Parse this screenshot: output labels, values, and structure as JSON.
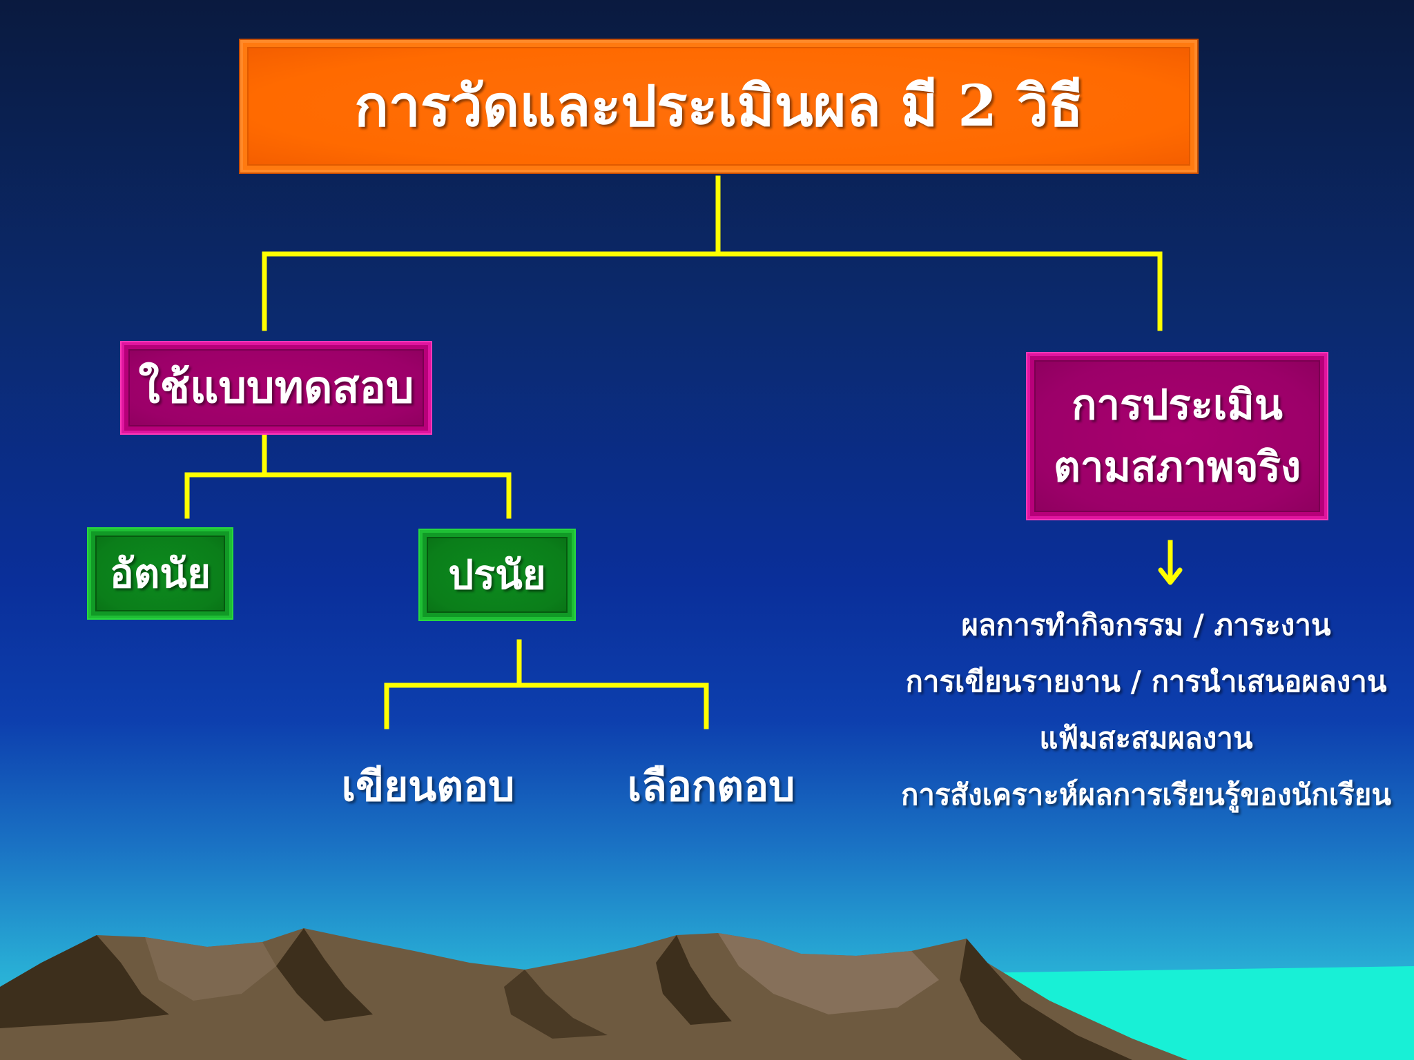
{
  "colors": {
    "connector": "#ffff00",
    "title_box": "#ff6a00",
    "method_box": "#9c0069",
    "type_box": "#0b7e1a",
    "text": "#ffffff"
  },
  "title": "การวัดและประเมินผล มี 2 วิธี",
  "methods": {
    "test": "ใช้แบบทดสอบ",
    "authentic": {
      "line1": "การประเมิน",
      "line2": "ตามสภาพจริง"
    }
  },
  "test_types": {
    "subjective": "อัตนัย",
    "objective": "ปรนัย"
  },
  "objective_types": {
    "write": "เขียนตอบ",
    "choose": "เลือกตอบ"
  },
  "authentic_items": [
    "ผลการทำกิจกรรม / ภาระงาน",
    "การเขียนรายงาน / การนำเสนอผลงาน",
    "แฟ้มสะสมผลงาน",
    "การสังเคราะห์ผลการเรียนรู้ของนักเรียน"
  ]
}
